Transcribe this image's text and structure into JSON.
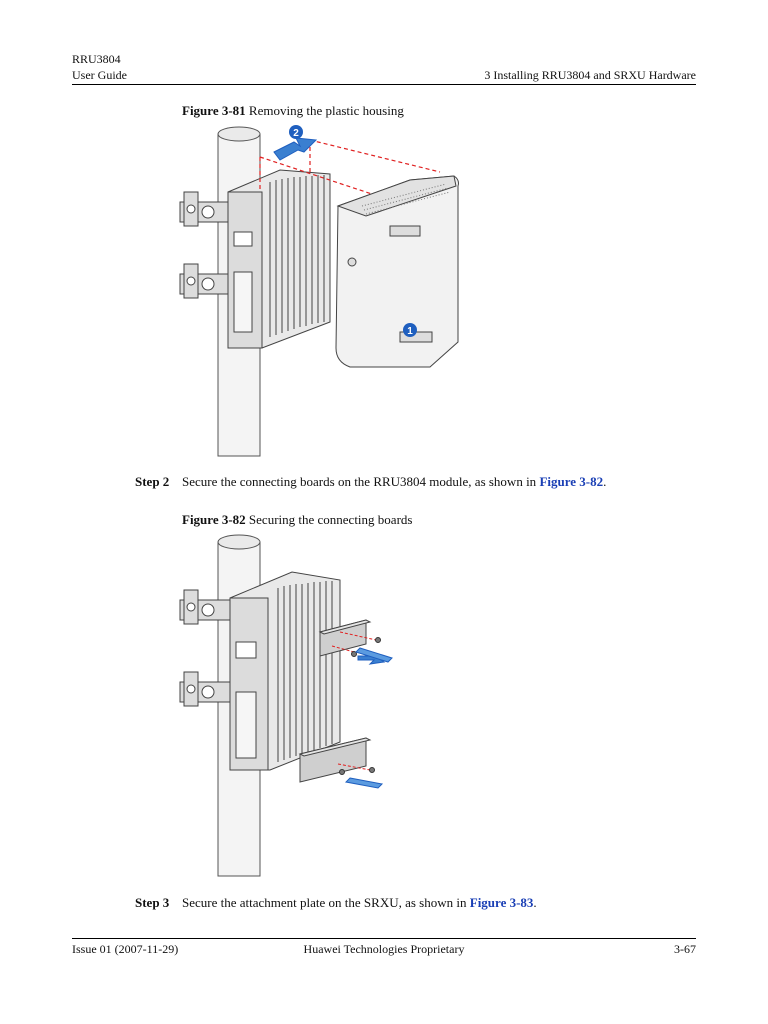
{
  "header": {
    "doc_title": "RRU3804",
    "doc_type": "User Guide",
    "chapter": "3 Installing RRU3804 and SRXU Hardware"
  },
  "figures": [
    {
      "label": "Figure 3-81",
      "caption": "Removing the plastic housing",
      "callouts": [
        "2",
        "1"
      ]
    },
    {
      "label": "Figure 3-82",
      "caption": "Securing the connecting boards"
    }
  ],
  "steps": [
    {
      "label": "Step 2",
      "text": "Secure the connecting boards on the RRU3804 module, as shown in ",
      "link": "Figure 3-82",
      "end": "."
    },
    {
      "label": "Step 3",
      "text": "Secure the attachment plate on the SRXU, as shown in ",
      "link": "Figure 3-83",
      "end": "."
    }
  ],
  "footer": {
    "issue": "Issue 01 (2007-11-29)",
    "company": "Huawei Technologies Proprietary",
    "page": "3-67"
  },
  "colors": {
    "link": "#1a3fb5",
    "arrow": "#3a7fd0",
    "dashed": "#e02020",
    "callout": "#1f5fbf"
  }
}
